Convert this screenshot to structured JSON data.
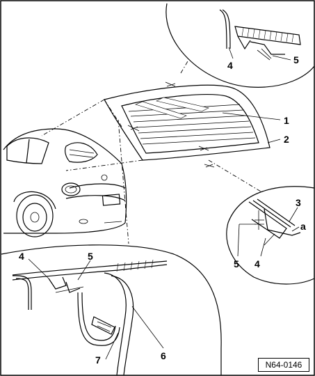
{
  "figure": {
    "reference_code": "N64-0146",
    "callouts": {
      "c1": "1",
      "c2": "2",
      "c3": "3",
      "ca": "a",
      "c4_top": "4",
      "c5_top": "5",
      "c5_right": "5",
      "c4_right": "4",
      "c4_bottom": "4",
      "c5_bottom": "5",
      "c6": "6",
      "c7": "7"
    }
  }
}
